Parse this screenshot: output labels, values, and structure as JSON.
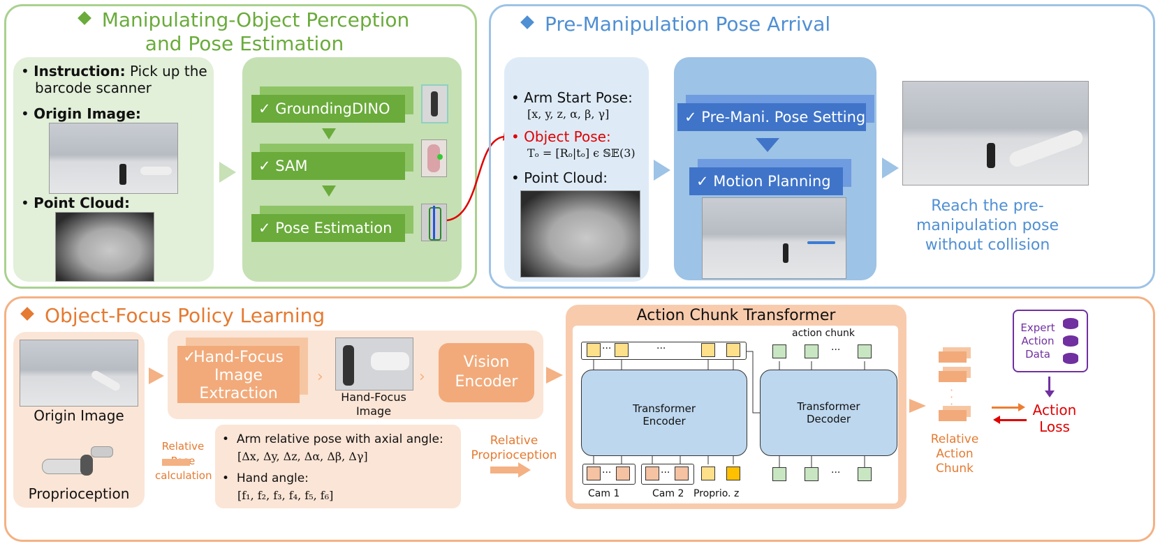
{
  "top_left": {
    "title_line1": "Manipulating-Object Perception",
    "title_line2": "and Pose Estimation",
    "instruction_label": "Instruction:",
    "instruction_text_1": "Pick up the",
    "instruction_text_2": "barcode scanner",
    "origin_image_label": "Origin Image:",
    "point_cloud_label": "Point Cloud:",
    "steps": [
      "✓ GroundingDINO",
      "✓ SAM",
      "✓ Pose Estimation"
    ],
    "accent": "#6aab3b"
  },
  "top_right": {
    "title": "Pre-Manipulation Pose Arrival",
    "arm_start_label": "Arm Start Pose:",
    "arm_start_math": "[x, y, z, α, β, γ]",
    "object_pose_label": "Object Pose:",
    "object_pose_math": "Tₒ = [Rₒ|tₒ] ϵ 𝕊𝔼(3)",
    "point_cloud_label": "Point Cloud:",
    "setting_step": "✓ Pre-Mani. Pose Setting",
    "motion_step": "✓ Motion Planning",
    "result_1": "Reach the pre-",
    "result_2": "manipulation pose",
    "result_3": "without collision",
    "accent": "#4f8fd3"
  },
  "bottom": {
    "title": "Object-Focus Policy Learning",
    "origin_image_label": "Origin Image",
    "proprioception_label": "Proprioception",
    "hand_focus_1": "Hand-Focus",
    "hand_focus_2": "Image",
    "hand_focus_3": "Extraction",
    "hand_focus_check": "✓",
    "hand_focus_image_1": "Hand-Focus",
    "hand_focus_image_2": "Image",
    "vision_1": "Vision",
    "vision_2": "Encoder",
    "relative_1": "Relative",
    "relative_2": "Pose",
    "relative_3": "calculation",
    "arm_rel_label": "Arm relative pose with axial angle:",
    "arm_rel_math": "[Δx, Δy, Δz, Δα, Δβ, Δγ]",
    "hand_angle_label": "Hand angle:",
    "hand_angle_math": "[f₁, f₂, f₃, f₄, f₅, f₆]",
    "rel_prop_1": "Relative",
    "rel_prop_2": "Proprioception",
    "act_title": "Action Chunk Transformer",
    "action_chunk": "action chunk",
    "enc_1": "Transformer",
    "enc_2": "Encoder",
    "dec_1": "Transformer",
    "dec_2": "Decoder",
    "cam1": "Cam 1",
    "cam2": "Cam 2",
    "proprio": "Proprio. z",
    "ellipsis": "···",
    "rac_1": "Relative",
    "rac_2": "Action Chunk",
    "expert_1": "Expert",
    "expert_2": "Action",
    "expert_3": "Data",
    "loss_1": "Action",
    "loss_2": "Loss",
    "accent": "#e57a31"
  }
}
